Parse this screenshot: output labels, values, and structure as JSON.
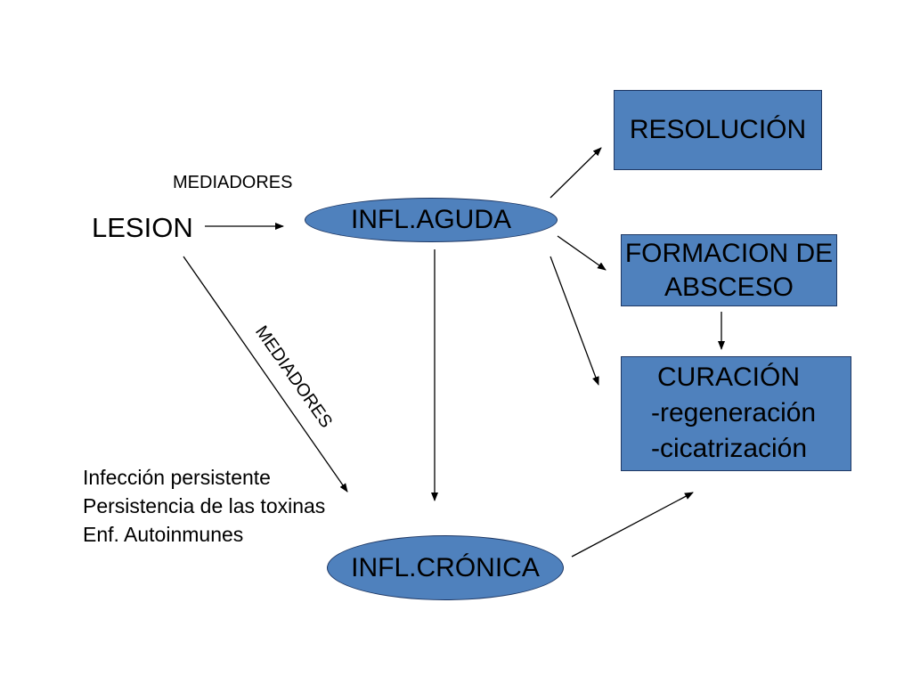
{
  "nodes": {
    "lesion": "LESION",
    "acute": "INFL.AGUDA",
    "chronic": "INFL.CRÓNICA",
    "resolution": "RESOLUCIÓN",
    "abscess": [
      "FORMACION DE",
      "ABSCESO"
    ],
    "healing": {
      "title": "CURACIÓN",
      "items": [
        "-regeneración",
        "-cicatrización"
      ]
    }
  },
  "labels": {
    "mediators_top": "MEDIADORES",
    "mediators_diagonal": "MEDIADORES"
  },
  "causes": [
    "Infección persistente",
    "Persistencia de las toxinas",
    "Enf. Autoinmunes"
  ],
  "colors": {
    "node_fill": "#4f81bd",
    "node_border": "#1f3864",
    "arrow": "#000000"
  }
}
